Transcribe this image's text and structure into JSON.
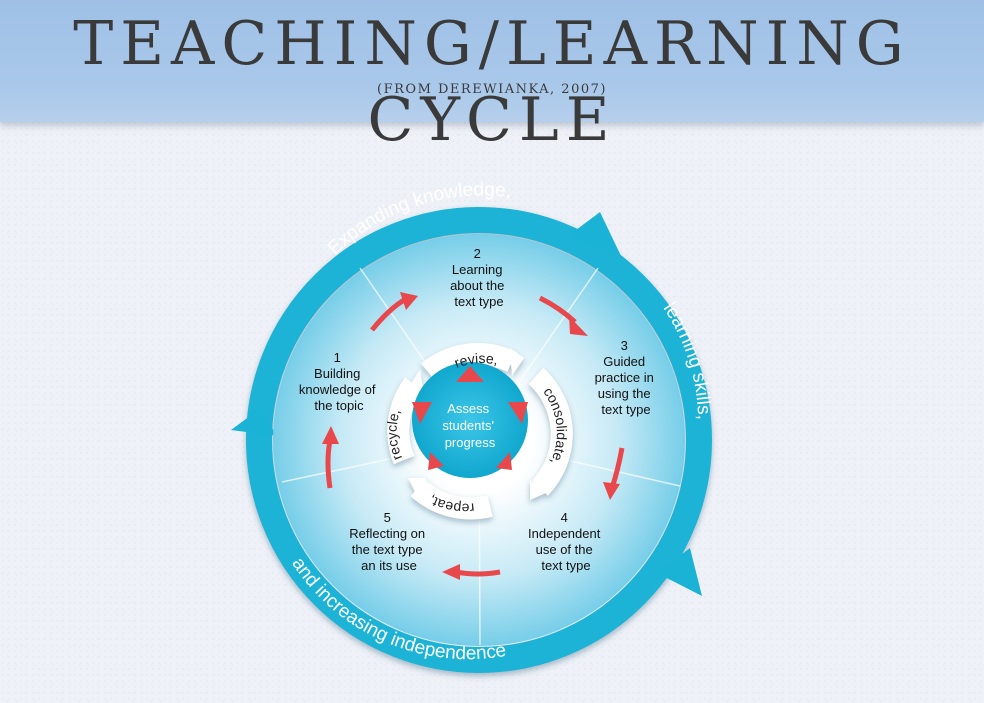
{
  "title": "Teaching/Learning Cycle",
  "subtitle": "(from Derewianka, 2007)",
  "outer_cycle": {
    "part1": "Expanding knowledge,",
    "part2": "learning skills,",
    "part3": "and increasing independence"
  },
  "stages": [
    {
      "number": "1",
      "lines": [
        "Building",
        "knowledge of",
        "the topic"
      ]
    },
    {
      "number": "2",
      "lines": [
        "Learning",
        "about the",
        "text type"
      ]
    },
    {
      "number": "3",
      "lines": [
        "Guided",
        "practice in",
        "using the",
        "text type"
      ]
    },
    {
      "number": "4",
      "lines": [
        "Independent",
        "use of the",
        "text type"
      ]
    },
    {
      "number": "5",
      "lines": [
        "Reflecting on",
        "the text type",
        "an its use"
      ]
    }
  ],
  "inner_cycle": {
    "revise": "revise,",
    "consolidate": "consolidate,",
    "repeat": "repeat,",
    "recycle": "recycle,"
  },
  "center": {
    "lines": [
      "Assess",
      "students'",
      "progress"
    ]
  },
  "colors": {
    "outer_ring": "#1ab3d6",
    "segment_light": "#dff1f9",
    "segment_dark": "#5fc6e4",
    "arrow_red": "#e8474b",
    "center": "#18b3d8"
  }
}
